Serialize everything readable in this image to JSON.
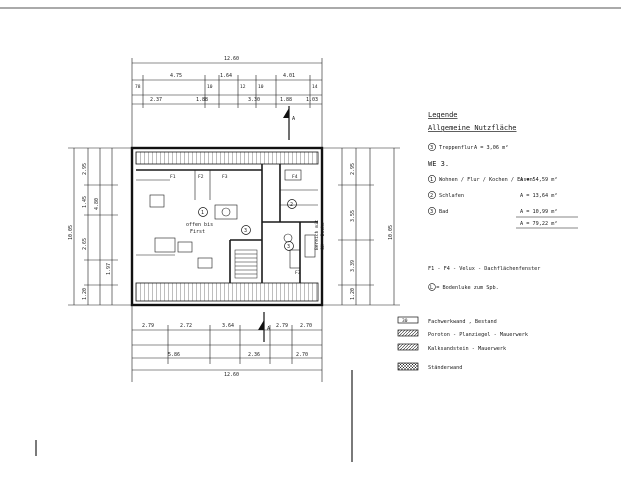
{
  "plan": {
    "overall_width": "12.60",
    "top_dims_outer": [
      "4.75",
      "1.64",
      "4.01"
    ],
    "top_dims_inner": [
      "2.37",
      "1.88",
      "3.30",
      "1.88",
      "1.03"
    ],
    "top_small": [
      "78",
      "10",
      "12",
      "10",
      "14"
    ],
    "bottom_dims_inner": [
      "2.79",
      "2.72",
      "3.64",
      "2.79",
      "2.70"
    ],
    "bottom_dims_outer": [
      "5.86",
      "2.36",
      "2.70"
    ],
    "bottom_total": "12.60",
    "left_total": "10.05",
    "left_dims": [
      "2.95",
      "1.45",
      "2.65",
      "1.20"
    ],
    "left_dims_outer": [
      "4.80",
      "1.97"
    ],
    "right_total": "10.05",
    "right_dims": [
      "2.95",
      "3.55",
      "3.39",
      "1.20"
    ],
    "rooms": {
      "living": {
        "number": "1",
        "text_1": "offen bis",
        "text_2": "First"
      },
      "sleep": {
        "number": "2"
      },
      "bath": {
        "number": "3"
      },
      "hall": {
        "number": "3"
      },
      "stair_note_1": "Bereich mit",
      "stair_note_2": "GK - Decke",
      "labels": [
        "F1",
        "F2",
        "F3",
        "F4",
        "F3"
      ]
    },
    "section_marker": "A"
  },
  "legend": {
    "title": "Legende",
    "subtitle": "Allgemeine Nutzfläche",
    "common": [
      {
        "num": "3",
        "label": "Treppenflur",
        "area": "A = 3,06 m²"
      }
    ],
    "unit_heading": "WE 3.",
    "rooms": [
      {
        "num": "1",
        "label": "Wohnen / Flur / Kochen / Essen",
        "area": "A = 54,59 m²"
      },
      {
        "num": "2",
        "label": "Schlafen",
        "area": "A = 13,64 m²"
      },
      {
        "num": "3",
        "label": "Bad",
        "area": "A = 10,99 m²"
      }
    ],
    "total": "A = 79,22 m²",
    "velux_note": "F1 - F4 - Velux - Dachflächenfenster",
    "hatch_note": "L = Bodenluke zum Spb.",
    "materials": [
      {
        "code": "30",
        "label": "Fachwerkwand , Bestand"
      },
      {
        "code": "",
        "label": "Poroton - Planziegel - Mauerwerk"
      },
      {
        "code": "",
        "label": "Kalksandstein - Mauerwerk"
      },
      {
        "code": "",
        "label": "Ständerwand"
      }
    ]
  }
}
